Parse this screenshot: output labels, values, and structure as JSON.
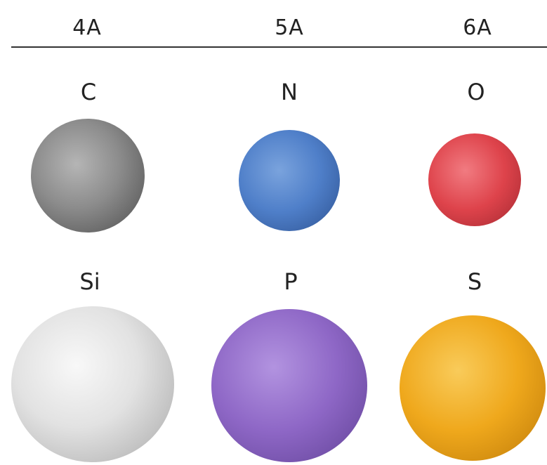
{
  "groups": [
    {
      "label": "4A",
      "elements": [
        {
          "symbol": "C",
          "color": "#8a8a8a"
        },
        {
          "symbol": "Si",
          "color": "#e2e2e2"
        }
      ]
    },
    {
      "label": "5A",
      "elements": [
        {
          "symbol": "N",
          "color": "#4f7fc9"
        },
        {
          "symbol": "P",
          "color": "#8e67c6"
        }
      ]
    },
    {
      "label": "6A",
      "elements": [
        {
          "symbol": "O",
          "color": "#de434b"
        },
        {
          "symbol": "S",
          "color": "#efa81c"
        }
      ]
    }
  ]
}
